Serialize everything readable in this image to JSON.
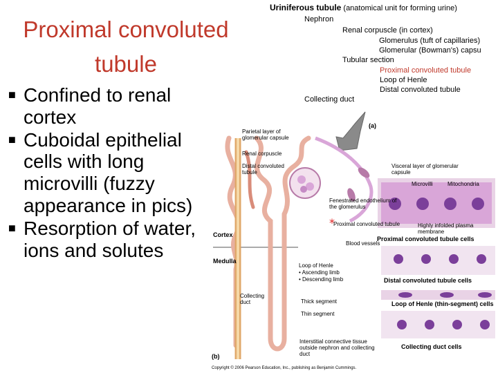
{
  "slide": {
    "title": "Proximal convoluted tubule",
    "bullets": [
      "Confined to renal cortex",
      "Cuboidal epithelial cells with long microvilli (fuzzy appearance in pics)",
      "Resorption of water, ions and solutes"
    ]
  },
  "header": {
    "uriniferous_bold": "Uriniferous tubule",
    "uriniferous_note": "(anatomical unit for forming urine)",
    "nephron": "Nephron",
    "renal_corpuscle": "Renal corpuscle (in cortex)",
    "glomerulus": "Glomerulus (tuft of capillaries)",
    "glomerular_capsule": "Glomerular (Bowman's) capsu",
    "tubular_section": "Tubular section",
    "proximal": "Proximal convoluted tubule",
    "loop": "Loop of Henle",
    "distal": "Distal convoluted tubule",
    "collecting": "Collecting duct"
  },
  "figure": {
    "panel_a": "(a)",
    "panel_b": "(b)",
    "labels": {
      "parietal": "Parietal layer of glomerular capsule",
      "renal_corpuscle": "Renal corpuscle",
      "distal": "Distal convoluted tubule",
      "cortex": "Cortex",
      "medulla": "Medulla",
      "visceral": "Visceral layer of glomerular capsule",
      "microvilli": "Microvilli",
      "mitochondria": "Mitochondria",
      "fenestrated": "Fenestrated endothelium of the glomerulus",
      "proximal": "Proximal convoluted tubule",
      "highly_infolded": "Highly infolded plasma membrane",
      "blood_vessels": "Blood vessels",
      "loop": "Loop of Henle",
      "ascending": "• Ascending limb",
      "descending": "• Descending limb",
      "collecting": "Collecting duct",
      "thick": "Thick segment",
      "thin": "Thin segment",
      "interstitial": "Interstitial connective tissue outside nephron and collecting duct",
      "pct_cells": "Proximal convoluted tubule cells",
      "dct_cells": "Distal convoluted tubule cells",
      "loh_cells": "Loop of Henle (thin-segment) cells",
      "cd_cells": "Collecting duct cells",
      "copyright": "Copyright © 2006 Pearson Education, Inc., publishing as Benjamin Cummings."
    }
  },
  "colors": {
    "title": "#c0392b",
    "tubule": "#e8b0a0",
    "cell": "#d9a6d8",
    "nucleus": "#7b3f9a",
    "arrow": "#8a8a8a"
  }
}
